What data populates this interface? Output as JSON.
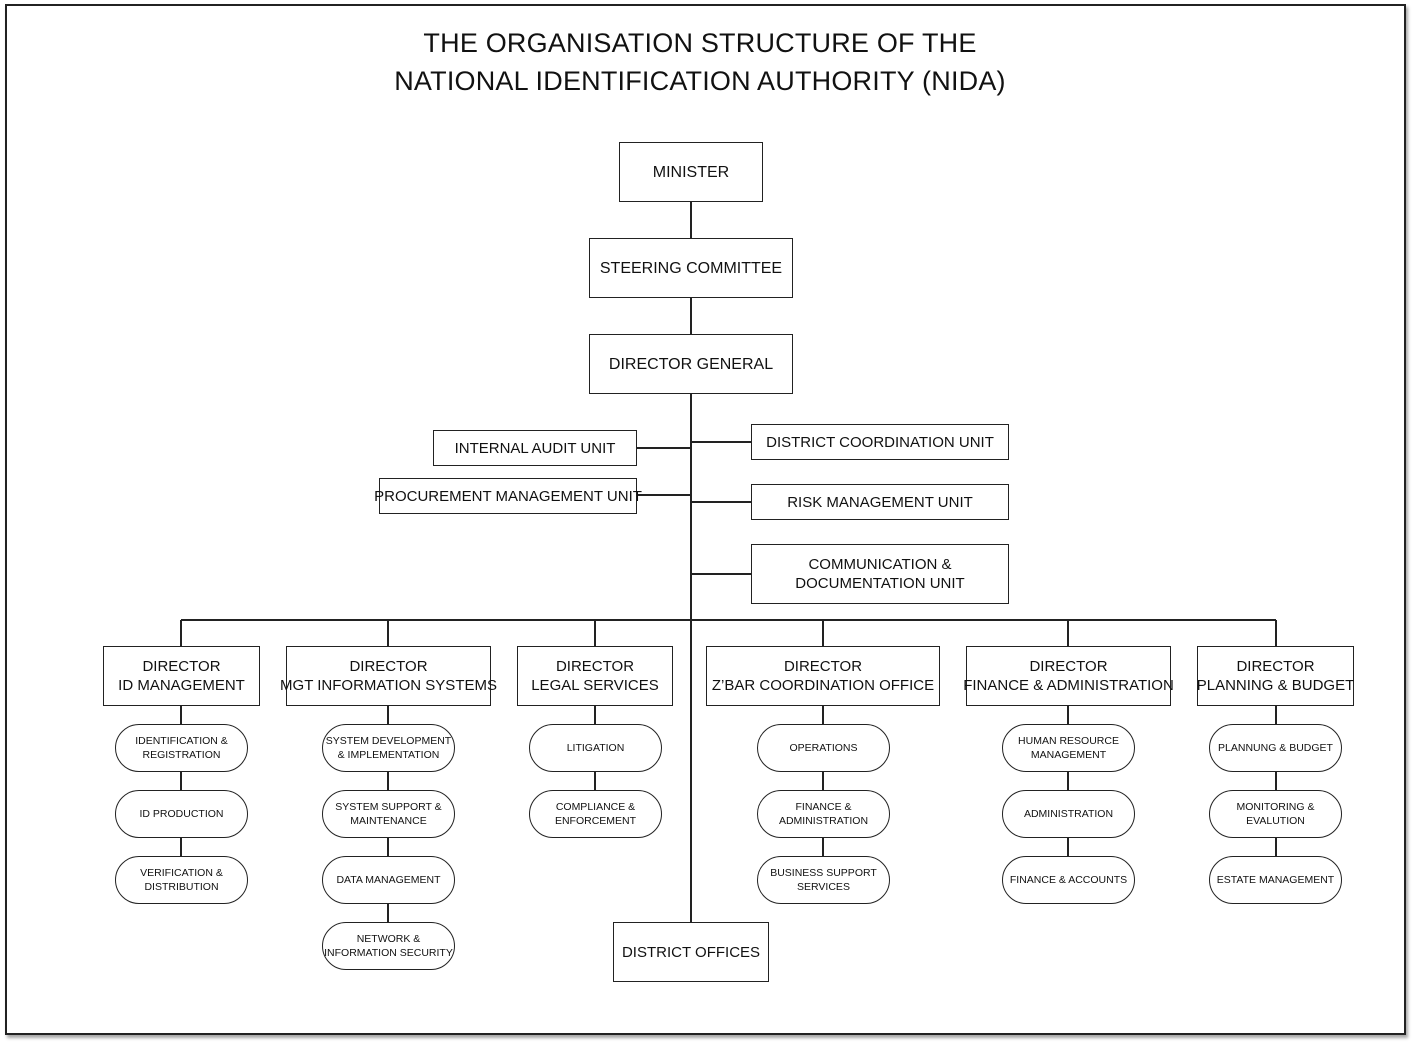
{
  "title": {
    "line1": "THE ORGANISATION STRUCTURE OF THE",
    "line2": "NATIONAL IDENTIFICATION AUTHORITY (NIDA)"
  },
  "top": {
    "minister": "MINISTER",
    "steering": "STEERING COMMITTEE",
    "dg": "DIRECTOR GENERAL"
  },
  "units": {
    "internal_audit": "INTERNAL AUDIT UNIT",
    "procurement": "PROCUREMENT MANAGEMENT UNIT",
    "district_coordination": "DISTRICT COORDINATION UNIT",
    "risk": "RISK MANAGEMENT UNIT",
    "communication_l1": "COMMUNICATION &",
    "communication_l2": "DOCUMENTATION UNIT"
  },
  "directorates": [
    {
      "l1": "DIRECTOR",
      "l2": "ID MANAGEMENT",
      "subs": [
        [
          "IDENTIFICATION &",
          "REGISTRATION"
        ],
        [
          "ID PRODUCTION"
        ],
        [
          "VERIFICATION &",
          "DISTRIBUTION"
        ]
      ]
    },
    {
      "l1": "DIRECTOR",
      "l2": "MGT INFORMATION SYSTEMS",
      "subs": [
        [
          "SYSTEM DEVELOPMENT",
          "& IMPLEMENTATION"
        ],
        [
          "SYSTEM SUPPORT &",
          "MAINTENANCE"
        ],
        [
          "DATA MANAGEMENT"
        ],
        [
          "NETWORK &",
          "INFORMATION SECURITY"
        ]
      ]
    },
    {
      "l1": "DIRECTOR",
      "l2": "LEGAL SERVICES",
      "subs": [
        [
          "LITIGATION"
        ],
        [
          "COMPLIANCE &",
          "ENFORCEMENT"
        ]
      ]
    },
    {
      "l1": "DIRECTOR",
      "l2": "Z’BAR COORDINATION OFFICE",
      "subs": [
        [
          "OPERATIONS"
        ],
        [
          "FINANCE &",
          "ADMINISTRATION"
        ],
        [
          "BUSINESS SUPPORT",
          "SERVICES"
        ]
      ]
    },
    {
      "l1": "DIRECTOR",
      "l2": "FINANCE & ADMINISTRATION",
      "subs": [
        [
          "HUMAN RESOURCE",
          "MANAGEMENT"
        ],
        [
          "ADMINISTRATION"
        ],
        [
          "FINANCE & ACCOUNTS"
        ]
      ]
    },
    {
      "l1": "DIRECTOR",
      "l2": "PLANNING & BUDGET",
      "subs": [
        [
          "PLANNUNG & BUDGET"
        ],
        [
          "MONITORING &",
          "EVALUTION"
        ],
        [
          "ESTATE MANAGEMENT"
        ]
      ]
    }
  ],
  "district_offices": "DISTRICT OFFICES"
}
